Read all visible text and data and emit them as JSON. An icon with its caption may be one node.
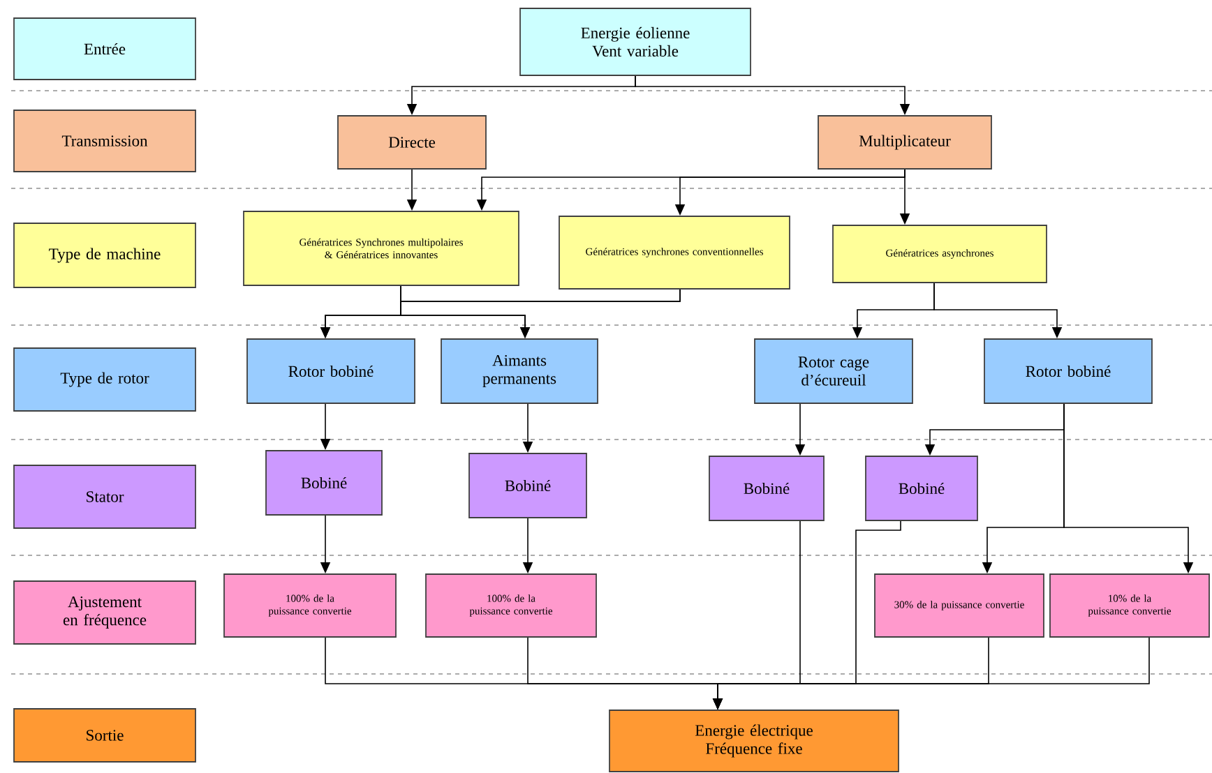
{
  "diagram": {
    "nodes": [
      {
        "text": [
          "Entrée"
        ]
      },
      {
        "text": [
          "Transmission"
        ]
      },
      {
        "text": [
          "Type de machine"
        ]
      },
      {
        "text": [
          "Type de rotor"
        ]
      },
      {
        "text": [
          "Stator"
        ]
      },
      {
        "text": [
          "Ajustement en fréquence"
        ]
      },
      {
        "text": [
          "Sortie"
        ]
      },
      {
        "text": [
          "Energie éolienne",
          "Vent variable"
        ]
      },
      {
        "text": [
          "Directe"
        ]
      },
      {
        "text": [
          "Multiplicateur"
        ]
      },
      {
        "text": [
          "Génératrices Synchrones multipolaires & Génératrices innovantes"
        ]
      },
      {
        "text": [
          "Génératrices synchrones conventionnelles"
        ]
      },
      {
        "text": [
          "Génératrices asynchrones"
        ]
      },
      {
        "text": [
          "Rotor bobiné"
        ]
      },
      {
        "text": [
          "Aimants permanents"
        ]
      },
      {
        "text": [
          "Rotor cage d’écureuil"
        ]
      },
      {
        "text": [
          "Rotor bobiné"
        ]
      },
      {
        "text": [
          "Bobiné"
        ]
      },
      {
        "text": [
          "Bobiné"
        ]
      },
      {
        "text": [
          "Bobiné"
        ]
      },
      {
        "text": [
          "Bobiné"
        ]
      },
      {
        "text": [
          "100% de la puissance convertie"
        ]
      },
      {
        "text": [
          "100% de la puissance convertie"
        ]
      },
      {
        "text": [
          "30% de la puissance convertie"
        ]
      },
      {
        "text": [
          "10% de la puissance convertie"
        ]
      },
      {
        "text": [
          "Energie électrique",
          "Fréquence fixe"
        ]
      }
    ],
    "edges": [
      {
        "from": 7,
        "to": 8,
        "arrow": "to"
      },
      {
        "from": 7,
        "to": 9,
        "arrow": "to"
      },
      {
        "from": 8,
        "to": 10,
        "arrow": "to"
      },
      {
        "from": 9,
        "to": 10,
        "arrow": "to"
      },
      {
        "from": 9,
        "to": 11,
        "arrow": "to"
      },
      {
        "from": 9,
        "to": 12,
        "arrow": "to"
      },
      {
        "from": 10,
        "to": 13,
        "arrow": "to"
      },
      {
        "from": 10,
        "to": 14,
        "arrow": "to"
      },
      {
        "from": 11,
        "to": 13,
        "arrow": "to"
      },
      {
        "from": 11,
        "to": 14,
        "arrow": "to"
      },
      {
        "from": 12,
        "to": 15,
        "arrow": "to"
      },
      {
        "from": 12,
        "to": 16,
        "arrow": "to"
      },
      {
        "from": 13,
        "to": 17,
        "arrow": "to"
      },
      {
        "from": 14,
        "to": 18,
        "arrow": "to"
      },
      {
        "from": 15,
        "to": 19,
        "arrow": "to"
      },
      {
        "from": 16,
        "to": 20,
        "arrow": "to"
      },
      {
        "from": 16,
        "to": 23,
        "arrow": "to"
      },
      {
        "from": 16,
        "to": 24,
        "arrow": "to"
      },
      {
        "from": 17,
        "to": 21,
        "arrow": "to"
      },
      {
        "from": 18,
        "to": 22,
        "arrow": "to"
      },
      {
        "from": 21,
        "to": 25,
        "arrow": "to"
      },
      {
        "from": 22,
        "to": 25,
        "arrow": "to"
      },
      {
        "from": 19,
        "to": 25,
        "arrow": "to"
      },
      {
        "from": 20,
        "to": 25,
        "arrow": "to"
      },
      {
        "from": 23,
        "to": 25,
        "arrow": "to"
      },
      {
        "from": 24,
        "to": 25,
        "arrow": "to"
      }
    ]
  }
}
